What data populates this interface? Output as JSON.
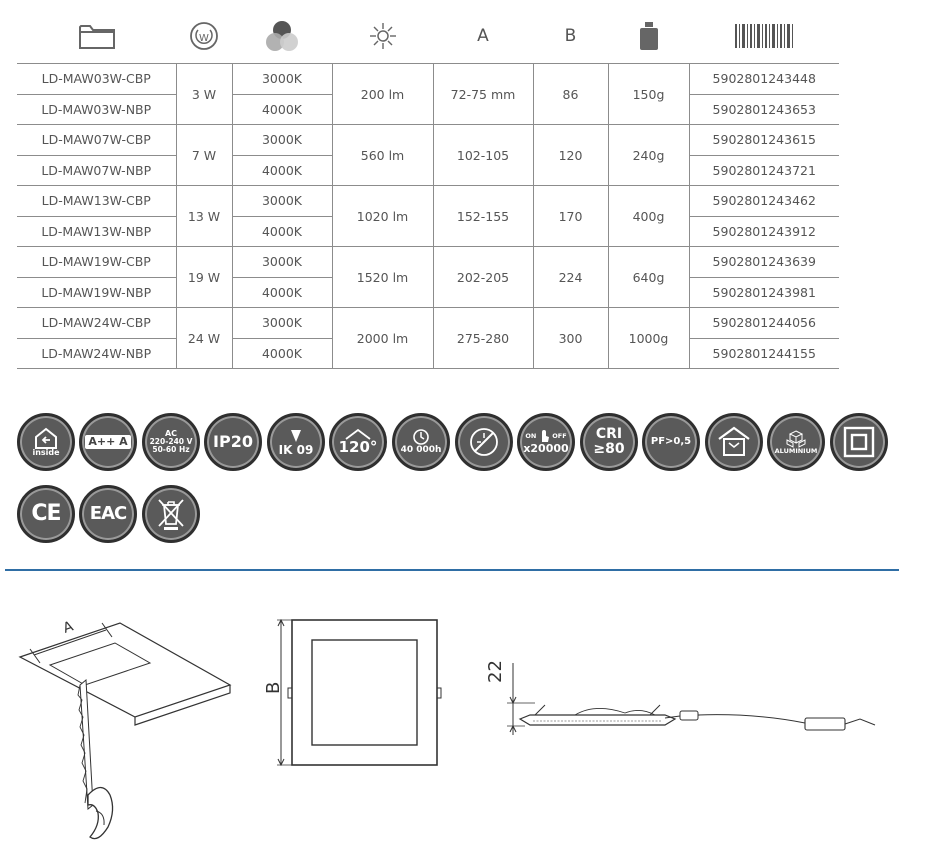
{
  "header_icons": [
    "folder-icon",
    "power-watt-icon",
    "color-temperature-icon",
    "luminous-flux-icon",
    "weight-icon",
    "barcode-icon"
  ],
  "header_labels": {
    "a": "A",
    "b": "B",
    "watt_symbol": "W"
  },
  "rows": [
    {
      "model": "LD-MAW03W-CBP",
      "power": "3 W",
      "cct": "3000K",
      "lumen": "200 lm",
      "a": "72-75 mm",
      "b": "86",
      "weight": "150g",
      "ean": "5902801243448"
    },
    {
      "model": "LD-MAW03W-NBP",
      "cct": "4000K",
      "ean": "5902801243653"
    },
    {
      "model": "LD-MAW07W-CBP",
      "power": "7 W",
      "cct": "3000K",
      "lumen": "560 lm",
      "a": "102-105",
      "b": "120",
      "weight": "240g",
      "ean": "5902801243615"
    },
    {
      "model": "LD-MAW07W-NBP",
      "cct": "4000K",
      "ean": "5902801243721"
    },
    {
      "model": "LD-MAW13W-CBP",
      "power": "13 W",
      "cct": "3000K",
      "lumen": "1020 lm",
      "a": "152-155",
      "b": "170",
      "weight": "400g",
      "ean": "5902801243462"
    },
    {
      "model": "LD-MAW13W-NBP",
      "cct": "4000K",
      "ean": "5902801243912"
    },
    {
      "model": "LD-MAW19W-CBP",
      "power": "19 W",
      "cct": "3000K",
      "lumen": "1520 lm",
      "a": "202-205",
      "b": "224",
      "weight": "640g",
      "ean": "5902801243639"
    },
    {
      "model": "LD-MAW19W-NBP",
      "cct": "4000K",
      "ean": "5902801243981"
    },
    {
      "model": "LD-MAW24W-CBP",
      "power": "24 W",
      "cct": "3000K",
      "lumen": "2000 lm",
      "a": "275-280",
      "b": "300",
      "weight": "1000g",
      "ean": "5902801244056"
    },
    {
      "model": "LD-MAW24W-NBP",
      "cct": "4000K",
      "ean": "5902801244155"
    }
  ],
  "badges": {
    "inside": "inside",
    "energy": "A++ A",
    "ac_line1": "AC",
    "ac_line2": "220-240 V",
    "ac_line3": "50-60 Hz",
    "ip": "IP20",
    "ik": "IK 09",
    "angle": "120°",
    "lifetime": "40 000h",
    "switch_on": "ON",
    "switch_off": "OFF",
    "switch_cycles": "x20000",
    "cri_line1": "CRI",
    "cri_line2": "≥80",
    "pf": "PF>0,5",
    "aluminium": "ALUMINIUM",
    "ce": "CE",
    "eac": "EAC"
  },
  "badge_icons": [
    "inside-icon",
    "energy-class-icon",
    "ac-voltage-icon",
    "ip20-icon",
    "ik09-icon",
    "beam-angle-icon",
    "lifetime-icon",
    "no-dimming-icon",
    "switching-cycles-icon",
    "cri-icon",
    "power-factor-icon",
    "indoor-house-icon",
    "aluminium-icon",
    "class-ii-icon",
    "ce-mark-icon",
    "eac-mark-icon",
    "weee-bin-icon"
  ],
  "drawings": {
    "dim_a": "A",
    "dim_b": "B",
    "height": "22"
  },
  "colors": {
    "accent_line": "#2f6ea5",
    "badge_fill": "#5a5a5a",
    "badge_ring": "#2f2f2f"
  }
}
